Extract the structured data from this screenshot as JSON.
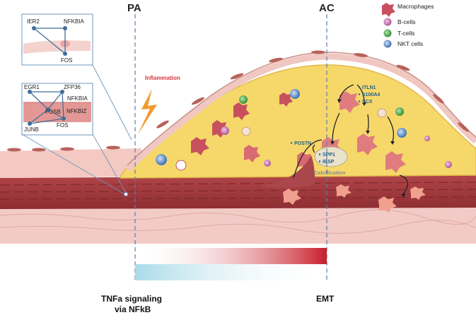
{
  "headers": {
    "left": "PA",
    "right": "AC"
  },
  "inflammation": "Inflammation",
  "legend": [
    {
      "label": "Macrophages",
      "color": "#c8505e",
      "icon": "macrophage-icon"
    },
    {
      "label": "B-cells",
      "color": "#c06aa6",
      "icon": "b-cell-icon"
    },
    {
      "label": "T-cells",
      "color": "#3fa640",
      "icon": "t-cell-icon"
    },
    {
      "label": "NKT cells",
      "color": "#4a7fc4",
      "icon": "nkt-cell-icon"
    }
  ],
  "network1": {
    "genes": [
      "IER2",
      "NFKBIA",
      "FOS"
    ]
  },
  "network2": {
    "genes": [
      "EGR1",
      "ZFP36",
      "NFKBIA",
      "FOSB",
      "NFKBIZ",
      "JUNB",
      "FOS"
    ]
  },
  "markers_top": [
    "ITLN1",
    "S100A4",
    "SCX"
  ],
  "marker_postn": "POSTN",
  "markers_calc": [
    "SPP1",
    "IBSP"
  ],
  "calcification": "Calcification",
  "bottom": {
    "left_line1": "TNFa signaling",
    "left_line2": "via NFkB",
    "right": "EMT"
  },
  "colors": {
    "plaque": "#f6d86a",
    "media": "#a23a3c",
    "adventitia": "#f1c7c4",
    "gradient_red": "#c81f2b",
    "gradient_blue": "#a9dbe8",
    "dashed_line": "#5d7fa6"
  }
}
